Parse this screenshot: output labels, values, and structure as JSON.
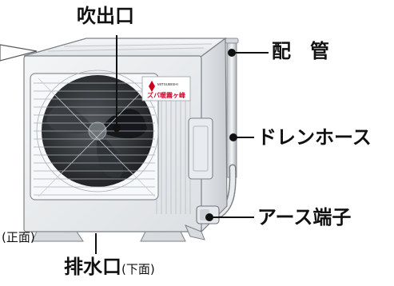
{
  "labels": {
    "outlet": "吹出口",
    "piping": "配　管",
    "drain_hose": "ドレンホース",
    "ground_terminal": "アース端子",
    "front": "(正面)",
    "drain_port": "排水口",
    "drain_port_sub": "(下面)"
  },
  "brand_plate": {
    "logo_text": "MITSUBISHI",
    "product_mark": "ズバ暖霧ヶ峰"
  },
  "colors": {
    "background": "#ffffff",
    "casing": "#eef0f1",
    "casing_shade": "#d6d9dc",
    "fan_dark": "#2b2e31",
    "grille": "#9aa0a5",
    "leader_line": "#111111"
  }
}
